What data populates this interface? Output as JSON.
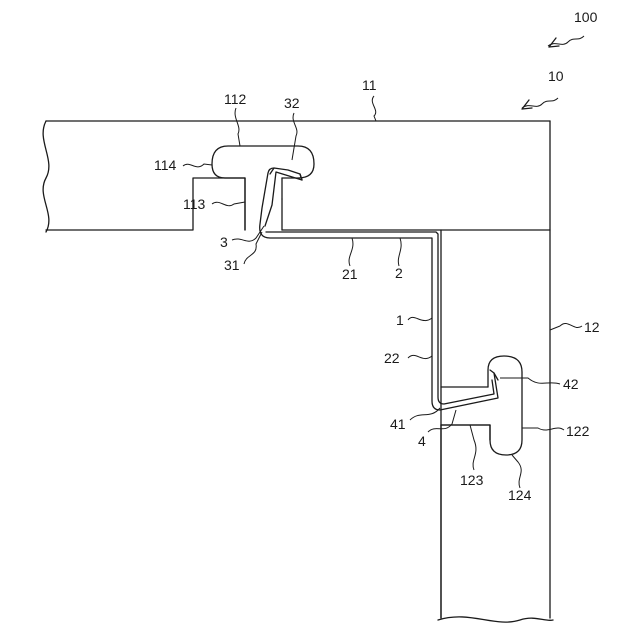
{
  "labels": {
    "l100": "100",
    "l10": "10",
    "l11": "11",
    "l112": "112",
    "l32": "32",
    "l114": "114",
    "l113": "113",
    "l3": "3",
    "l31": "31",
    "l21": "21",
    "l2": "2",
    "l1": "1",
    "l12": "12",
    "l22": "22",
    "l42": "42",
    "l41": "41",
    "l4": "4",
    "l122": "122",
    "l123": "123",
    "l124": "124"
  }
}
